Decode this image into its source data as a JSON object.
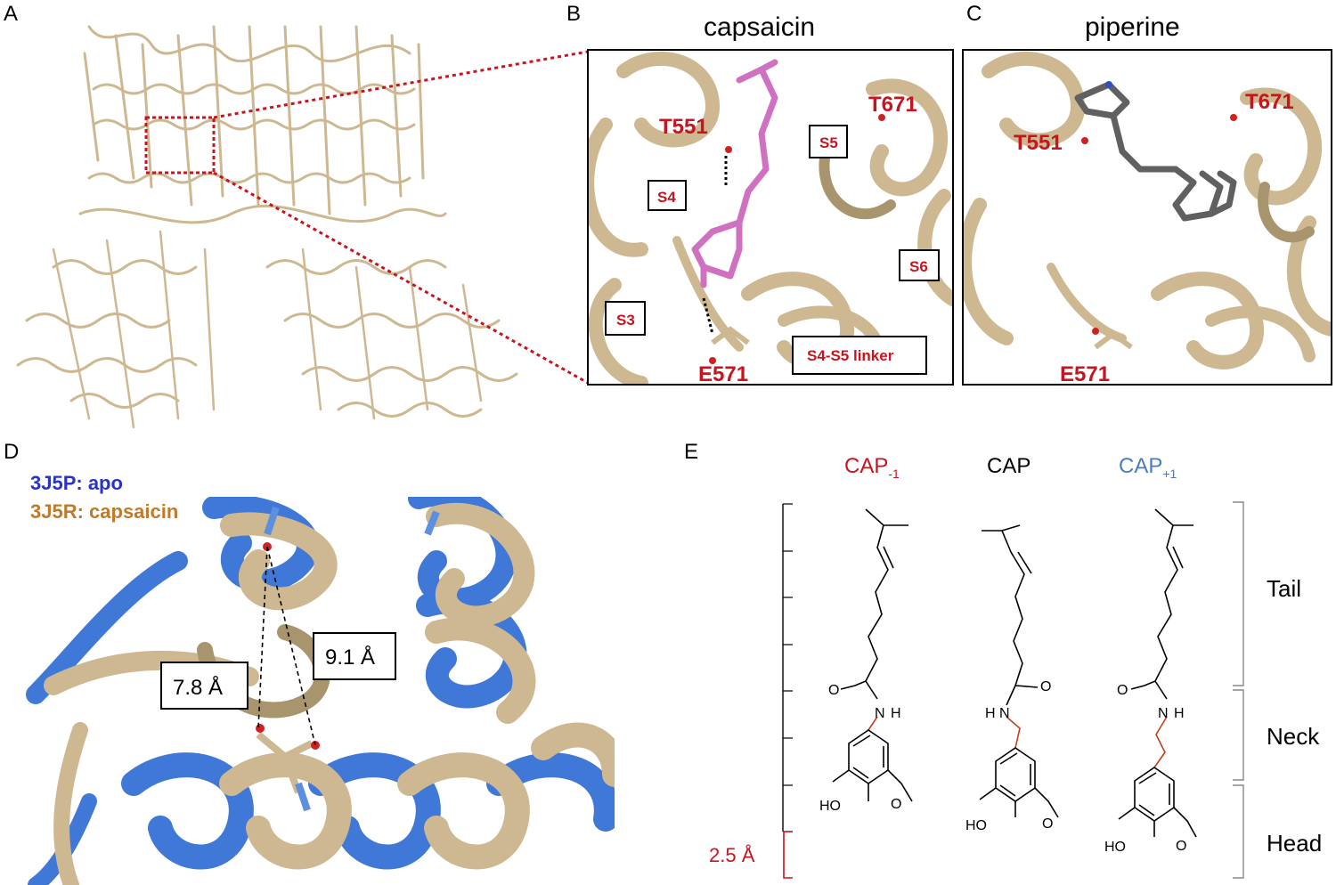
{
  "panels": {
    "a": {
      "letter": "A"
    },
    "b": {
      "letter": "B",
      "title": "capsaicin",
      "residues": [
        "T551",
        "T671",
        "E571"
      ],
      "segments": [
        "S4",
        "S5",
        "S3",
        "S6",
        "S4-S5 linker"
      ]
    },
    "c": {
      "letter": "C",
      "title": "piperine",
      "residues": [
        "T551",
        "T671",
        "E571"
      ]
    },
    "d": {
      "letter": "D",
      "legend_apo": "3J5P: apo",
      "legend_cap": "3J5R: capsaicin",
      "dist_1": "7.8 Å",
      "dist_2": "9.1 Å"
    },
    "e": {
      "letter": "E",
      "molecules": [
        {
          "base": "CAP",
          "sub": "-1"
        },
        {
          "base": "CAP",
          "sub": ""
        },
        {
          "base": "CAP",
          "sub": "+1"
        }
      ],
      "scale_label": "2.5 Å",
      "atoms": {
        "o": "O",
        "nh": "N",
        "h": "H",
        "ho": "HO"
      },
      "regions": [
        "Tail",
        "Neck",
        "Head"
      ]
    }
  },
  "colors": {
    "residue_red": "#c8141e",
    "protein_tan": "#cdb892",
    "apo_blue": "#3f78d6",
    "legend_apo": "#2a32c8",
    "legend_cap": "#c07a2a",
    "ligand_pink": "#d070c0",
    "ligand_grey": "#606060",
    "cap_plus_blue": "#4a7cc0"
  }
}
